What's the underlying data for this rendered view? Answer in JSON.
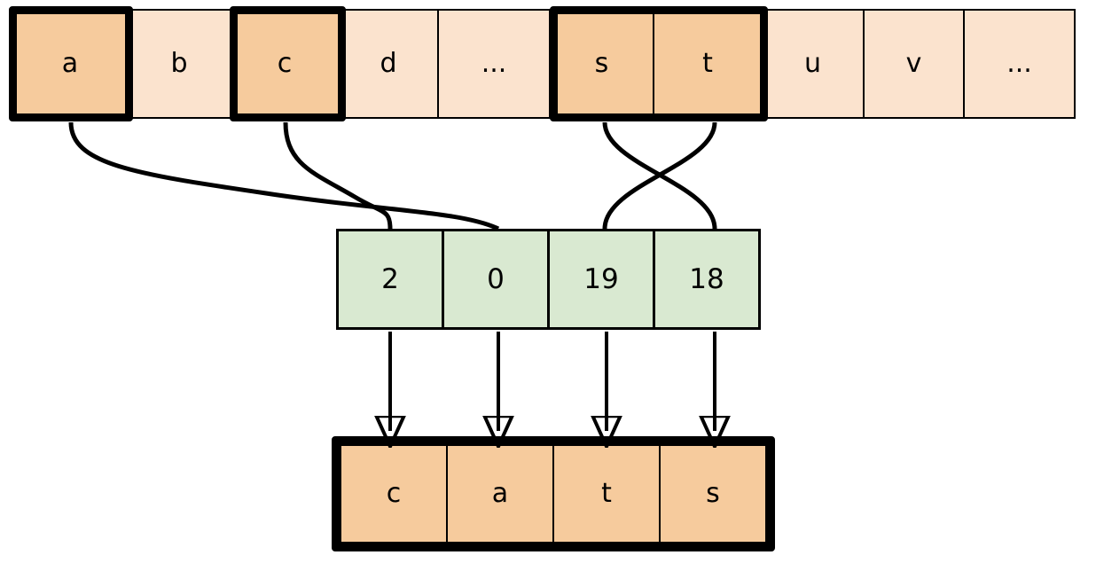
{
  "diagram": {
    "title": "string-indexing-diagram",
    "colors": {
      "alphabet_cell": "#FBE3CE",
      "alphabet_cell_selected": "#F6CB9D",
      "index_cell": "#D9E9D1",
      "output_cell": "#F6CB9D",
      "stroke": "#000000",
      "background": "#FFFFFF"
    },
    "alphabet_row": {
      "name": "alphabet-row",
      "cells": [
        {
          "label": "a",
          "selected": true
        },
        {
          "label": "b",
          "selected": false
        },
        {
          "label": "c",
          "selected": true
        },
        {
          "label": "d",
          "selected": false
        },
        {
          "label": "...",
          "selected": false
        },
        {
          "label": "s",
          "selected": true
        },
        {
          "label": "t",
          "selected": true
        },
        {
          "label": "u",
          "selected": false
        },
        {
          "label": "v",
          "selected": false
        },
        {
          "label": "...",
          "selected": false
        }
      ]
    },
    "index_row": {
      "name": "index-row",
      "cells": [
        {
          "label": "2"
        },
        {
          "label": "0"
        },
        {
          "label": "19"
        },
        {
          "label": "18"
        }
      ]
    },
    "output_row": {
      "name": "output-row",
      "cells": [
        {
          "label": "c"
        },
        {
          "label": "a"
        },
        {
          "label": "t"
        },
        {
          "label": "s"
        }
      ]
    },
    "mappings": [
      {
        "from_letter": "a",
        "to_index": "0"
      },
      {
        "from_letter": "c",
        "to_index": "2"
      },
      {
        "from_letter": "s",
        "to_index": "18"
      },
      {
        "from_letter": "t",
        "to_index": "19"
      }
    ],
    "arrows": [
      {
        "from_index": "2",
        "to_letter": "c"
      },
      {
        "from_index": "0",
        "to_letter": "a"
      },
      {
        "from_index": "19",
        "to_letter": "t"
      },
      {
        "from_index": "18",
        "to_letter": "s"
      }
    ]
  }
}
